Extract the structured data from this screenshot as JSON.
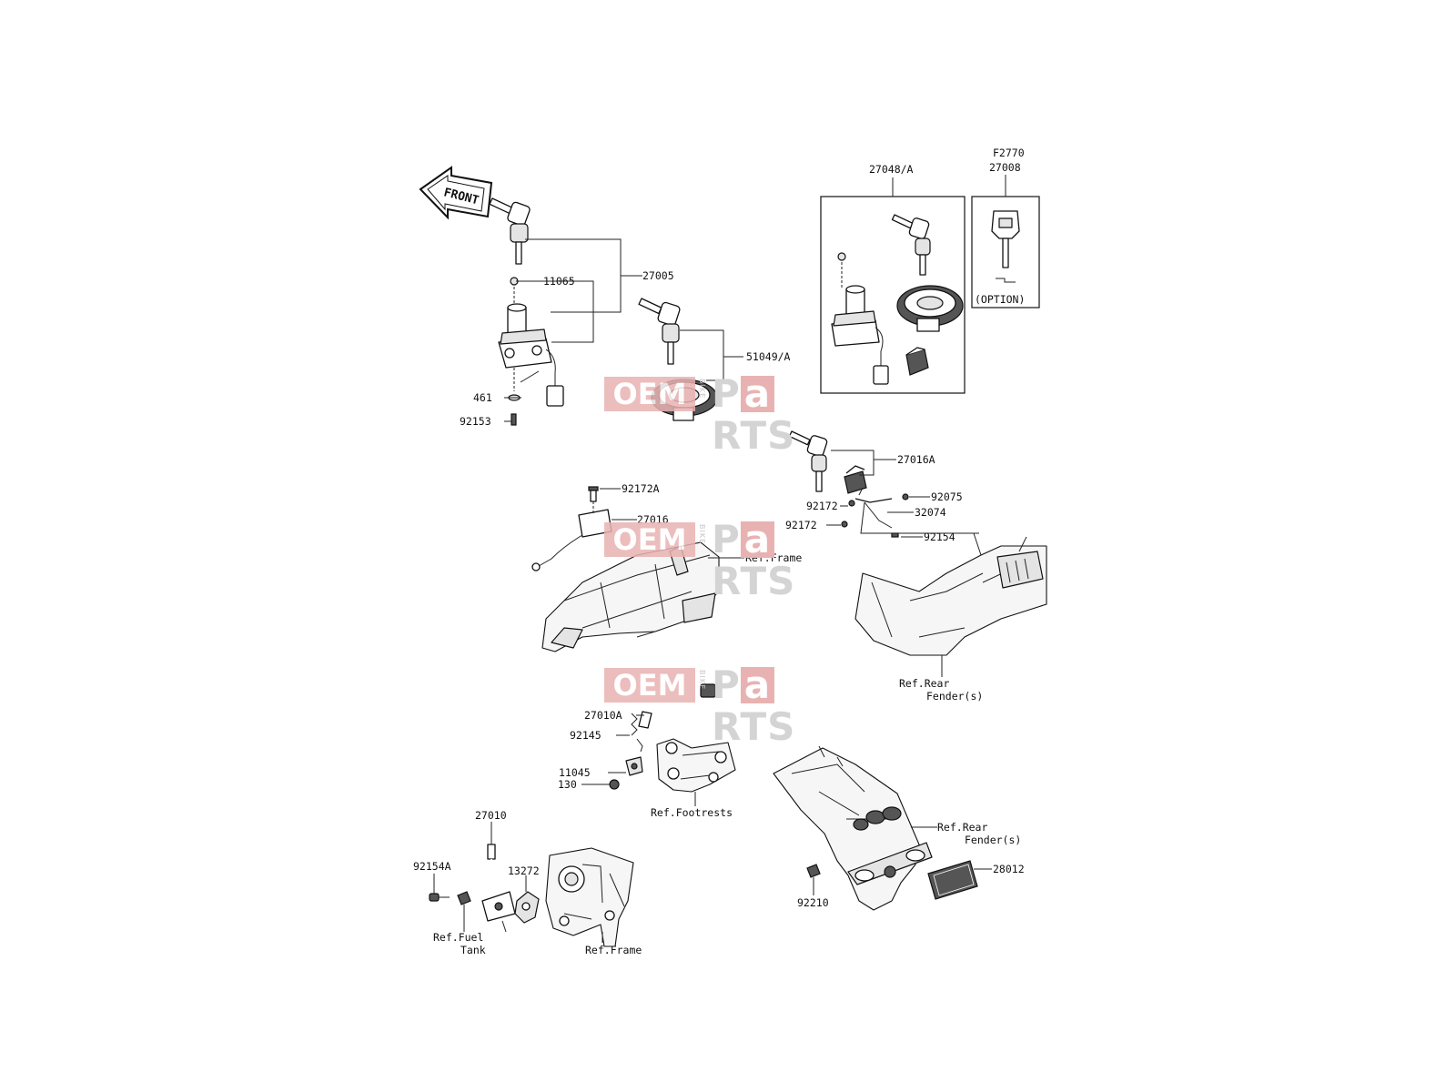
{
  "watermark": {
    "oem": "OEM",
    "bike": "BIKE",
    "p": "P",
    "a": "a",
    "rts": "RTS"
  },
  "front_arrow": "FRONT",
  "labels": {
    "l27005": "27005",
    "l11065": "11065",
    "l461": "461",
    "l92153": "92153",
    "l51049A": "51049/A",
    "l27048A": "27048/A",
    "lF2770": "F2770",
    "l27008": "27008",
    "lOption": "(OPTION)",
    "l27016A": "27016A",
    "l92075": "92075",
    "l32074": "32074",
    "l92172a": "92172",
    "l92172b": "92172",
    "l92154": "92154",
    "l92172A": "92172A",
    "l27016": "27016",
    "lRefFrame1": "Ref.Frame",
    "lRefRear1a": "Ref.Rear",
    "lRefRear1b": "Fender(s)",
    "l27010A": "27010A",
    "l92145": "92145",
    "l11045": "11045",
    "l130": "130",
    "lRefFootrests": "Ref.Footrests",
    "l27010": "27010",
    "l92154A": "92154A",
    "l13272": "13272",
    "lRefFuel1": "Ref.Fuel",
    "lRefFuel2": "Tank",
    "lRefFrame2": "Ref.Frame",
    "lRefRear2a": "Ref.Rear",
    "lRefRear2b": "Fender(s)",
    "l28012": "28012",
    "l92210": "92210"
  }
}
